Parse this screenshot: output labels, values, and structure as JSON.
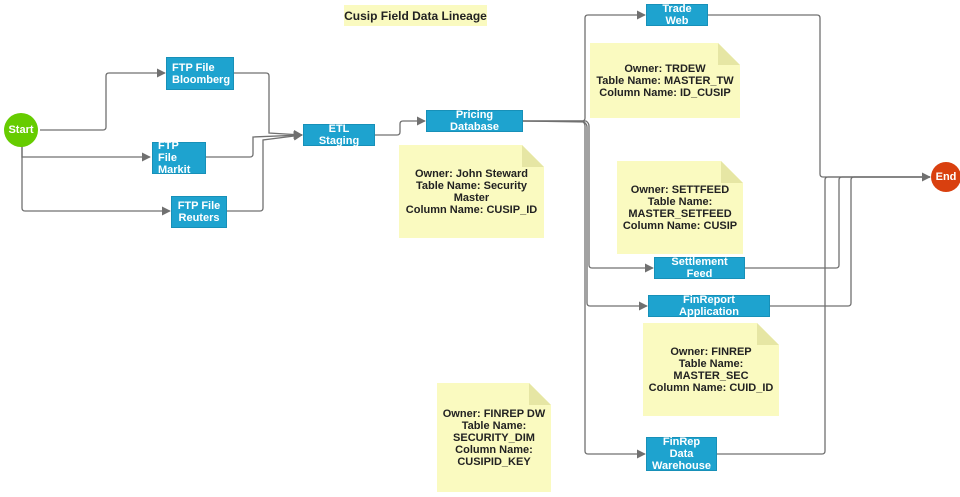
{
  "title": "Cusip Field Data Lineage",
  "colors": {
    "process": "#1ea3cf",
    "start": "#66cc00",
    "end": "#d9400f",
    "note": "#fafac0",
    "connector": "#707070"
  },
  "nodes": {
    "start": "Start",
    "end": "End",
    "ftp_bloomberg": {
      "line1": "FTP File",
      "line2": "Bloomberg"
    },
    "ftp_markit": {
      "line1": "FTP File",
      "line2": "Markit"
    },
    "ftp_reuters": {
      "line1": "FTP File",
      "line2": "Reuters"
    },
    "etl_staging": "ETL Staging",
    "pricing_database": "Pricing Database",
    "trade_web": "Trade Web",
    "settlement_feed": "Settlement Feed",
    "finreport_application": "FinReport Application",
    "finrep_dw": {
      "line1": "FinRep Data",
      "line2": "Warehouse"
    }
  },
  "notes": {
    "pricing": {
      "owner": "Owner: John Steward",
      "table1": "Table Name: Security",
      "table2": "Master",
      "column": "Column Name: CUSIP_ID"
    },
    "tradeweb": {
      "owner": "Owner: TRDEW",
      "table": "Table Name: MASTER_TW",
      "column": "Column Name: ID_CUSIP"
    },
    "settlement": {
      "owner": "Owner: SETTFEED",
      "table1": "Table Name:",
      "table2": "MASTER_SETFEED",
      "column": "Column Name: CUSIP"
    },
    "finreport": {
      "owner": "Owner: FINREP",
      "table1": "Table Name:",
      "table2": "MASTER_SEC",
      "column": "Column Name: CUID_ID"
    },
    "finrep_dw": {
      "owner": "Owner: FINREP DW",
      "table1": "Table Name:",
      "table2": "SECURITY_DIM",
      "column1": "Column Name:",
      "column2": "CUSIPID_KEY"
    }
  }
}
